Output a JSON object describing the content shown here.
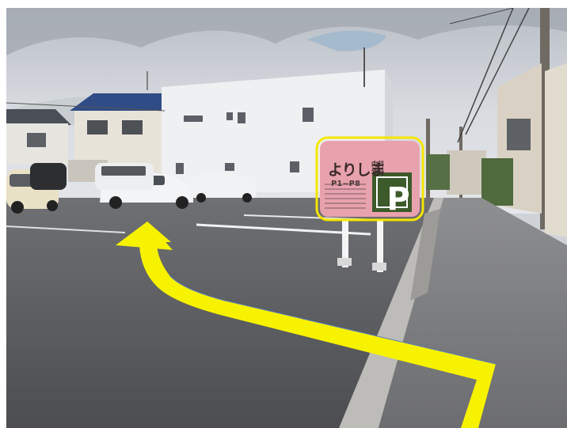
{
  "scene": {
    "description_tag": "parking-lot-entrance-photo"
  },
  "sign": {
    "clinic_name": "よりしま",
    "departments": "内科外科",
    "sub_line": "P1~P8",
    "parking_symbol": "P",
    "highlight_color": "#f5e600",
    "panel_color": "#e8a2ad",
    "p_box_color": "#3d5a2a"
  },
  "arrow": {
    "color": "#f7f200",
    "outline_color": "#5a7fbf",
    "direction": "forward-then-left"
  }
}
